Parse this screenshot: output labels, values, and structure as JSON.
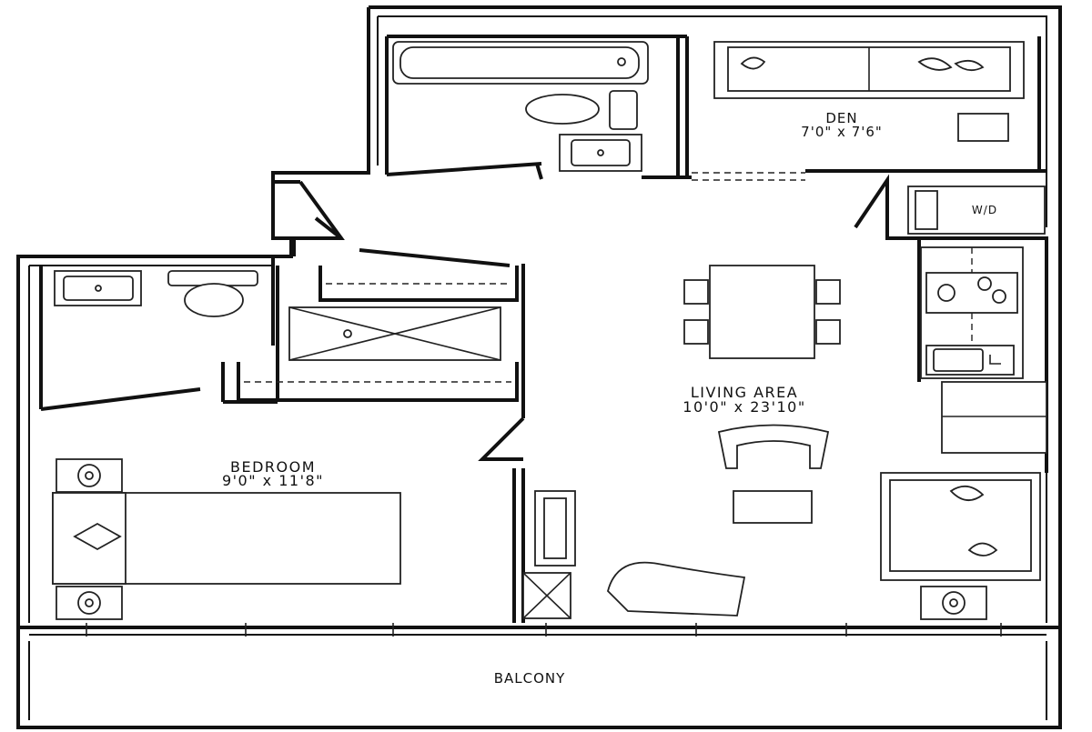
{
  "rooms": {
    "den": {
      "name": "DEN",
      "dimensions": "7'0\" x 7'6\""
    },
    "living": {
      "name": "LIVING AREA",
      "dimensions": "10'0\" x 23'10\""
    },
    "bedroom": {
      "name": "BEDROOM",
      "dimensions": "9'0\" x 11'8\""
    },
    "balcony": {
      "name": "BALCONY"
    },
    "laundry": {
      "name": "W/D"
    }
  }
}
